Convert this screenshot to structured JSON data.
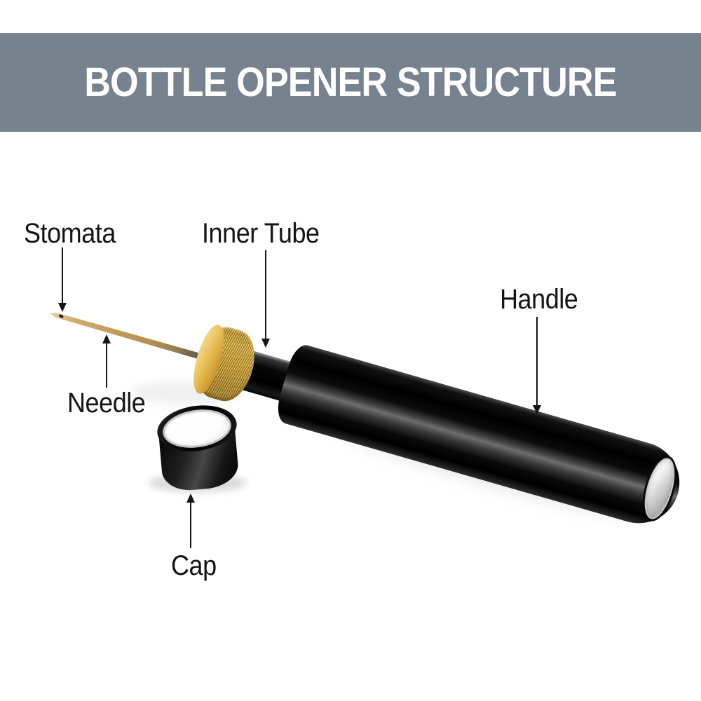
{
  "banner": {
    "title": "BOTTLE OPENER STRUCTURE",
    "bg_color": "#76828E",
    "text_color": "#FFFFFF"
  },
  "labels": {
    "stomata": "Stomata",
    "inner_tube": "Inner Tube",
    "handle": "Handle",
    "needle": "Needle",
    "cap": "Cap"
  },
  "diagram": {
    "parts": [
      "Stomata",
      "Inner Tube",
      "Handle",
      "Needle",
      "Cap"
    ],
    "colors": {
      "arrow": "#151515",
      "collar_gold": "#DBA92E",
      "needle_gold": "#C29C58",
      "body_black": "#0B0B0B",
      "end_silver": "#D6D6D6",
      "cap_face_white": "#FDFDFD"
    }
  }
}
